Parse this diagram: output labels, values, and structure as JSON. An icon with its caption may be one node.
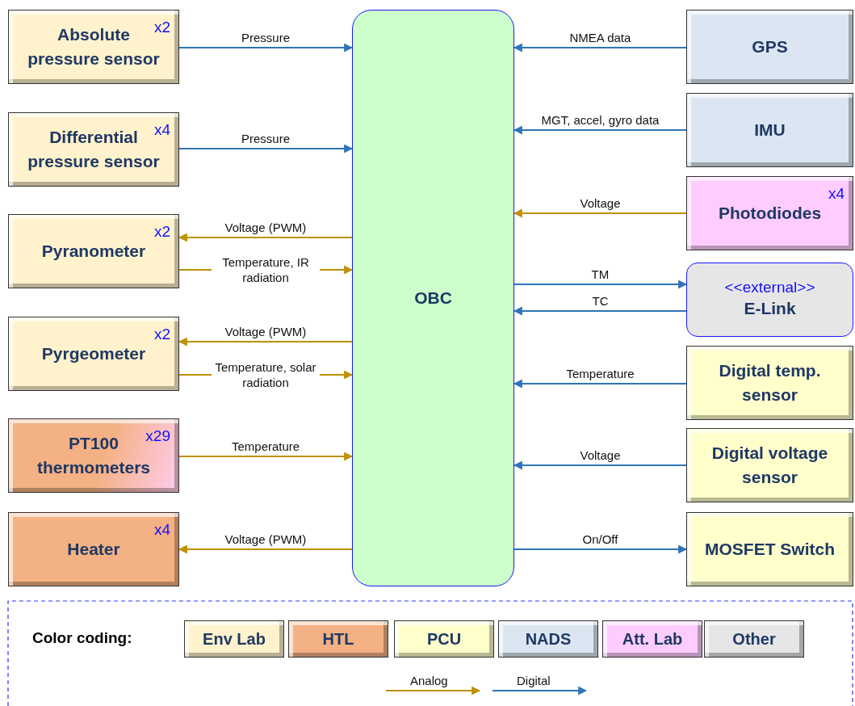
{
  "diagram": {
    "nodes": [
      {
        "text": [
          "Absolute pressure sensor",
          "x2"
        ]
      },
      {
        "text": [
          "Differential pressure sensor",
          "x4"
        ]
      },
      {
        "text": [
          "Pyranometer",
          "x2"
        ]
      },
      {
        "text": [
          "Pyrgeometer",
          "x2"
        ]
      },
      {
        "text": [
          "PT100 thermometers",
          "x29"
        ]
      },
      {
        "text": [
          "Heater",
          "x4"
        ]
      },
      {
        "text": [
          "OBC"
        ]
      },
      {
        "text": [
          "GPS"
        ]
      },
      {
        "text": [
          "IMU"
        ]
      },
      {
        "text": [
          "Photodiodes",
          "x4"
        ]
      },
      {
        "text": [
          "<<external>>",
          "E-Link"
        ]
      },
      {
        "text": [
          "Digital temp. sensor"
        ]
      },
      {
        "text": [
          "Digital voltage sensor"
        ]
      },
      {
        "text": [
          "MOSFET Switch"
        ]
      }
    ],
    "edges": [
      {
        "from": 0,
        "to": 6,
        "arrow": "to",
        "label": "Pressure"
      },
      {
        "from": 1,
        "to": 6,
        "arrow": "to",
        "label": "Pressure"
      },
      {
        "from": 6,
        "to": 2,
        "arrow": "to",
        "label": "Voltage (PWM)",
        "color": "#bf9000"
      },
      {
        "from": 2,
        "to": 6,
        "arrow": "to",
        "label": "Temperature, IR radiation",
        "color": "#bf9000"
      },
      {
        "from": 6,
        "to": 3,
        "arrow": "to",
        "label": "Voltage (PWM)",
        "color": "#bf9000"
      },
      {
        "from": 3,
        "to": 6,
        "arrow": "to",
        "label": "Temperature, solar radiation",
        "color": "#bf9000"
      },
      {
        "from": 4,
        "to": 6,
        "arrow": "to",
        "label": "Temperature",
        "color": "#bf9000"
      },
      {
        "from": 6,
        "to": 5,
        "arrow": "to",
        "label": "Voltage (PWM)",
        "color": "#bf9000"
      },
      {
        "from": 7,
        "to": 6,
        "arrow": "to",
        "label": "NMEA data"
      },
      {
        "from": 8,
        "to": 6,
        "arrow": "to",
        "label": "MGT, accel, gyro data"
      },
      {
        "from": 9,
        "to": 6,
        "arrow": "to",
        "label": "Voltage",
        "color": "#bf9000"
      },
      {
        "from": 6,
        "to": 10,
        "arrow": "to",
        "label": "TM"
      },
      {
        "from": 10,
        "to": 6,
        "arrow": "to",
        "label": "TC"
      },
      {
        "from": 11,
        "to": 6,
        "arrow": "to",
        "label": "Temperature"
      },
      {
        "from": 12,
        "to": 6,
        "arrow": "to",
        "label": "Voltage"
      },
      {
        "from": 6,
        "to": 13,
        "arrow": "to",
        "label": "On/Off"
      }
    ],
    "labels": [
      "Color coding:"
    ],
    "legend": [
      {
        "text": "Env Lab",
        "color": "#fff2cc"
      },
      {
        "text": "HTL",
        "color": "#f4b183"
      },
      {
        "text": "PCU",
        "color": "#ffffcc"
      },
      {
        "text": "NADS",
        "color": "#dce6f2"
      },
      {
        "text": "Att. Lab",
        "color": "#ffccff"
      },
      {
        "text": "Other",
        "color": "#e7e6e6"
      },
      {
        "text": "Analog"
      },
      {
        "text": "Digital"
      }
    ]
  }
}
